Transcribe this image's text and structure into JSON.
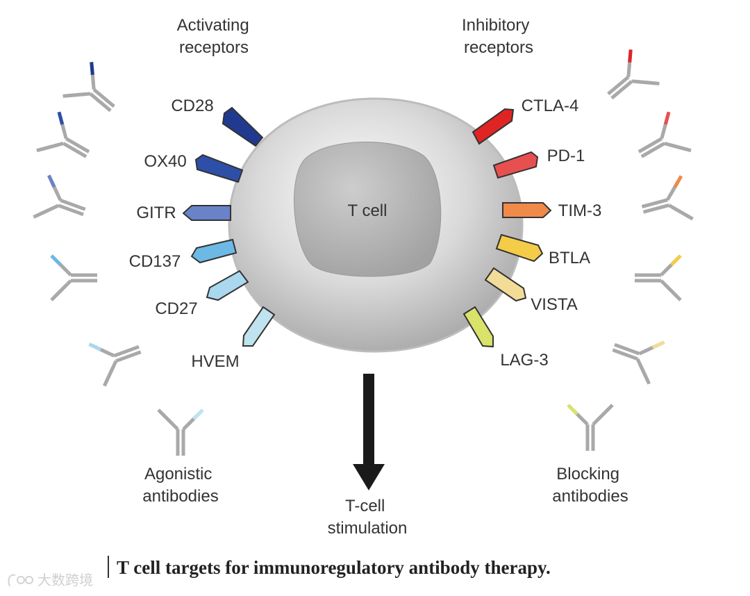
{
  "groups": {
    "activating": [
      "Activating",
      "receptors"
    ],
    "inhibitory": [
      "Inhibitory",
      "receptors"
    ],
    "agonistic": [
      "Agonistic",
      "antibodies"
    ],
    "blocking": [
      "Blocking",
      "antibodies"
    ]
  },
  "cell_label": "T cell",
  "stimulation": [
    "T-cell",
    "stimulation"
  ],
  "activating_receptors": [
    {
      "label": "CD28",
      "color": "#1f3a8f"
    },
    {
      "label": "OX40",
      "color": "#2e4fa8"
    },
    {
      "label": "GITR",
      "color": "#6a82c8"
    },
    {
      "label": "CD137",
      "color": "#6cb9e6"
    },
    {
      "label": "CD27",
      "color": "#a9d8ef"
    },
    {
      "label": "HVEM",
      "color": "#bfe3ef"
    }
  ],
  "inhibitory_receptors": [
    {
      "label": "CTLA-4",
      "color": "#e02424"
    },
    {
      "label": "PD-1",
      "color": "#e85050"
    },
    {
      "label": "TIM-3",
      "color": "#ef8a4a"
    },
    {
      "label": "BTLA",
      "color": "#f4cc48"
    },
    {
      "label": "VISTA",
      "color": "#f2dc98"
    },
    {
      "label": "LAG-3",
      "color": "#d9e36a"
    }
  ],
  "caption": "T cell targets for immunoregulatory antibody therapy.",
  "watermark": "大数跨境"
}
